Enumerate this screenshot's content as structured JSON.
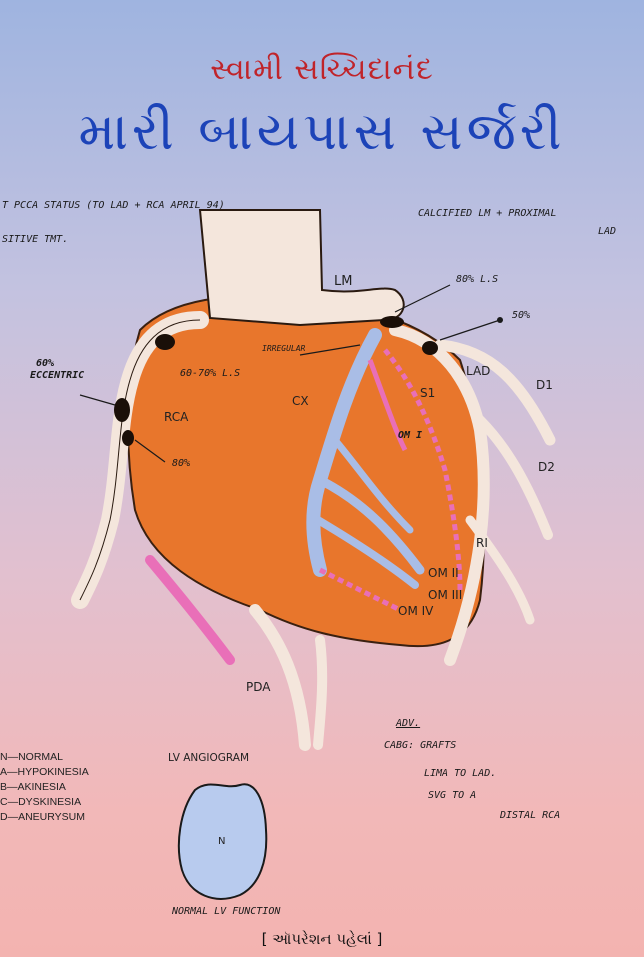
{
  "cover": {
    "author": "સ્વામી સચ્ચિદાનંદ",
    "title": "મારી બાયપાસ સર્જરી",
    "footer": "[ ઑપરેશન પહેલાં ]"
  },
  "notes": {
    "top_left_1": "T PCCA STATUS  (TO LAD + RCA    APRIL 94)",
    "top_left_2": "SITIVE TMT.",
    "top_right_1": "CALCIFIED LM + PROXIMAL",
    "top_right_2": "LAD",
    "adv": "ADV.",
    "cabg": "CABG: GRAFTS",
    "lima": "LIMA TO LAD.",
    "svg_graft": "SVG TO A",
    "distal": "DISTAL RCA",
    "lv_angiogram": "LV ANGIOGRAM",
    "normal_lv": "NORMAL LV FUNCTION"
  },
  "labels": {
    "lm": "LM",
    "ls80": "80% L.S",
    "p50": "50%",
    "irregular": "IRREGULAR",
    "lad": "LAD",
    "d1": "D1",
    "d2": "D2",
    "s1": "S1",
    "cx": "CX",
    "rca": "RCA",
    "eccentric_1": "60%",
    "eccentric_2": "ECCENTRIC",
    "ls6070": "60-70% L.S",
    "p80": "80%",
    "om1": "OM I",
    "om2": "OM II",
    "om3": "OM III",
    "om4": "OM IV",
    "ri": "RI",
    "pda": "PDA",
    "n": "N"
  },
  "legend": [
    "N—NORMAL",
    "A—HYPOKINESIA",
    "B—AKINESIA",
    "C—DYSKINESIA",
    "D—ANEURYSUM"
  ],
  "colors": {
    "heart": "#e8762c",
    "vessel": "#f4e6dc",
    "cx_branch": "#a9bde6",
    "graft_pink": "#e96fb8",
    "title_blue": "#1c43b8",
    "author_red": "#c0242a",
    "lv_fill": "#b8cbee"
  }
}
